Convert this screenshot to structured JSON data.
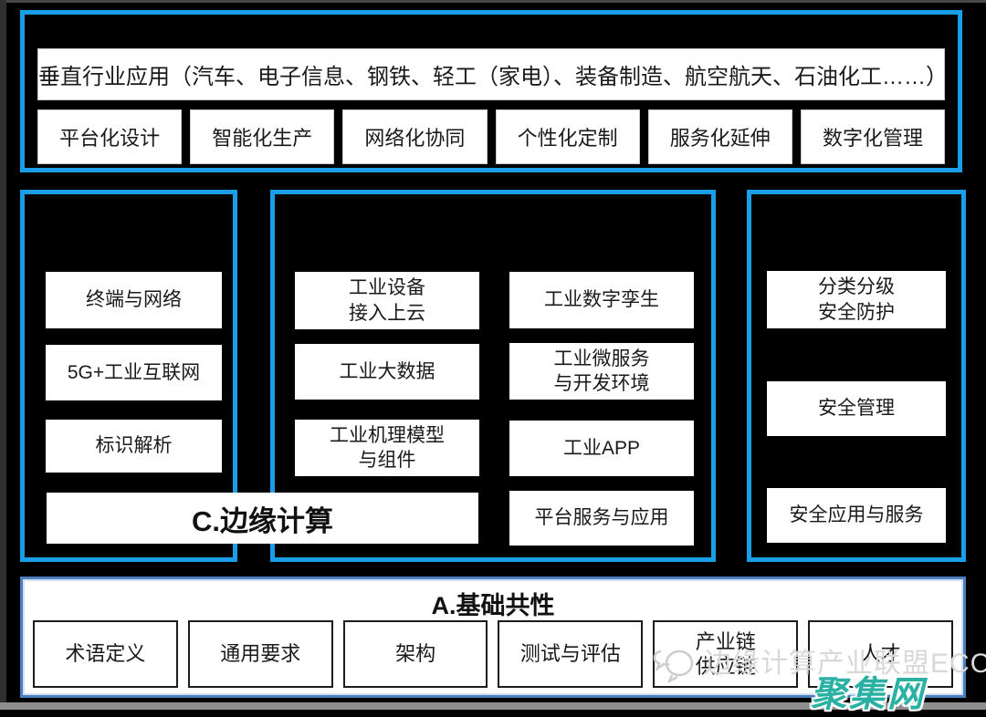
{
  "colors": {
    "panel_border_blue": "#1b9ee8",
    "bottom_panel_border_blue": "#4d7ebe",
    "background_black": "#000000",
    "box_fill_white": "#ffffff",
    "text_black": "#1a1a1a",
    "watermark_gray": "#d8d8d8",
    "site_watermark_teal": "#2ab1a3",
    "bottom_strip_gray": "#8e8e8e"
  },
  "top_panel": {
    "header": "垂直行业应用（汽车、电子信息、钢铁、轻工（家电）、装备制造、航空航天、石油化工……）",
    "modes": [
      "平台化设计",
      "智能化生产",
      "网络化协同",
      "个性化定制",
      "服务化延伸",
      "数字化管理"
    ]
  },
  "network_panel": {
    "items": [
      "终端与网络",
      "5G+工业互联网",
      "标识解析"
    ]
  },
  "edge_banner": {
    "label": "C.边缘计算"
  },
  "platform_panel": {
    "left_items": [
      "工业设备\n接入上云",
      "工业大数据",
      "工业机理模型\n与组件"
    ],
    "right_items": [
      "工业数字孪生",
      "工业微服务\n与开发环境",
      "工业APP",
      "平台服务与应用"
    ]
  },
  "security_panel": {
    "items": [
      "分类分级\n安全防护",
      "安全管理",
      "安全应用与服务"
    ]
  },
  "foundation_panel": {
    "title": "A.基础共性",
    "items": [
      "术语定义",
      "通用要求",
      "架构",
      "测试与评估",
      "产业链\n供应链",
      "人才"
    ]
  },
  "watermark": {
    "org": "边缘计算产业联盟ECC",
    "site": "聚集网"
  }
}
